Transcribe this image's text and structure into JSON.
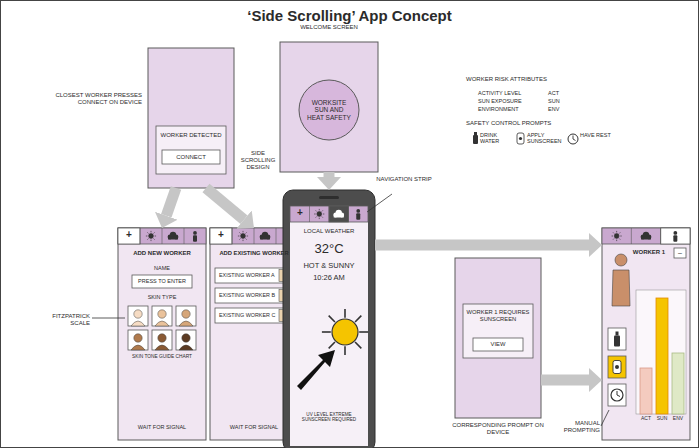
{
  "diagram": {
    "title": "‘Side Scrolling’ App Concept",
    "nodes": [
      {
        "text": [
          "WELCOME SCREEN"
        ]
      },
      {
        "text": [
          "WORKSITE SUN AND HEAT SAFETY"
        ],
        "in": 0
      },
      {
        "text": [
          "WORKER DETECTED"
        ]
      },
      {
        "text": [
          "CONNECT"
        ],
        "in": 2
      },
      {
        "text": [
          "+",
          "ADD NEW WORKER",
          "NAME",
          "SKIN TYPE",
          "SKIN TONE GUIDE CHART",
          "WAIT FOR SIGNAL"
        ]
      },
      {
        "text": [
          "PRESS TO ENTER"
        ],
        "in": 4
      },
      {
        "text": [
          "+",
          "ADD EXISTING WORKER",
          "WAIT FOR SIGNAL"
        ]
      },
      {
        "text": [
          "EXISTING WORKER A"
        ],
        "in": 6
      },
      {
        "text": [
          "EXISTING WORKER B"
        ],
        "in": 6
      },
      {
        "text": [
          "EXISTING WORKER C"
        ],
        "in": 6
      },
      {
        "text": [
          "+",
          "LOCAL WEATHER",
          "32°C",
          "HOT & SUNNY",
          "10:26 AM",
          "UV LEVEL EXTREME SUNSCREEN REQUIRED"
        ]
      },
      {
        "text": [
          "WORKER 1 REQUIRES SUNSCREEN"
        ]
      },
      {
        "text": [
          "VIEW"
        ],
        "in": 11
      },
      {
        "text": [
          "WORKER 1",
          "ACT",
          "SUN",
          "ENV"
        ]
      },
      {
        "text": [
          "–"
        ],
        "in": 13
      }
    ],
    "edges": [
      {
        "from": 0,
        "to": 10,
        "arrow": "to"
      },
      {
        "from": 2,
        "to": 4,
        "arrow": "to"
      },
      {
        "from": 2,
        "to": 6,
        "arrow": "to"
      },
      {
        "from": 10,
        "to": 13,
        "arrow": "to"
      },
      {
        "from": 11,
        "to": 13,
        "arrow": "to"
      }
    ],
    "labels": [
      "CLOSEST WORKER PRESSES CONNECT ON DEVICE",
      "FITZPATRICK SCALE",
      "SIDE SCROLLING DESIGN",
      "NAVIGATION STRIP",
      "CORRESPONDING PROMPT ON DEVICE",
      "MANUAL PROMPTING",
      "WORKER RISK ATTRIBUTES",
      "ACTIVITY LEVEL",
      "ACT",
      "SUN EXPOSURE",
      "SUN",
      "ENVIRONMENT",
      "ENV",
      "SAFETY CONTROL PROMPTS"
    ],
    "legend": [
      {
        "text": "DRINK WATER"
      },
      {
        "text": "APPLY SUNSCREEN"
      },
      {
        "text": "HAVE REST"
      }
    ]
  }
}
